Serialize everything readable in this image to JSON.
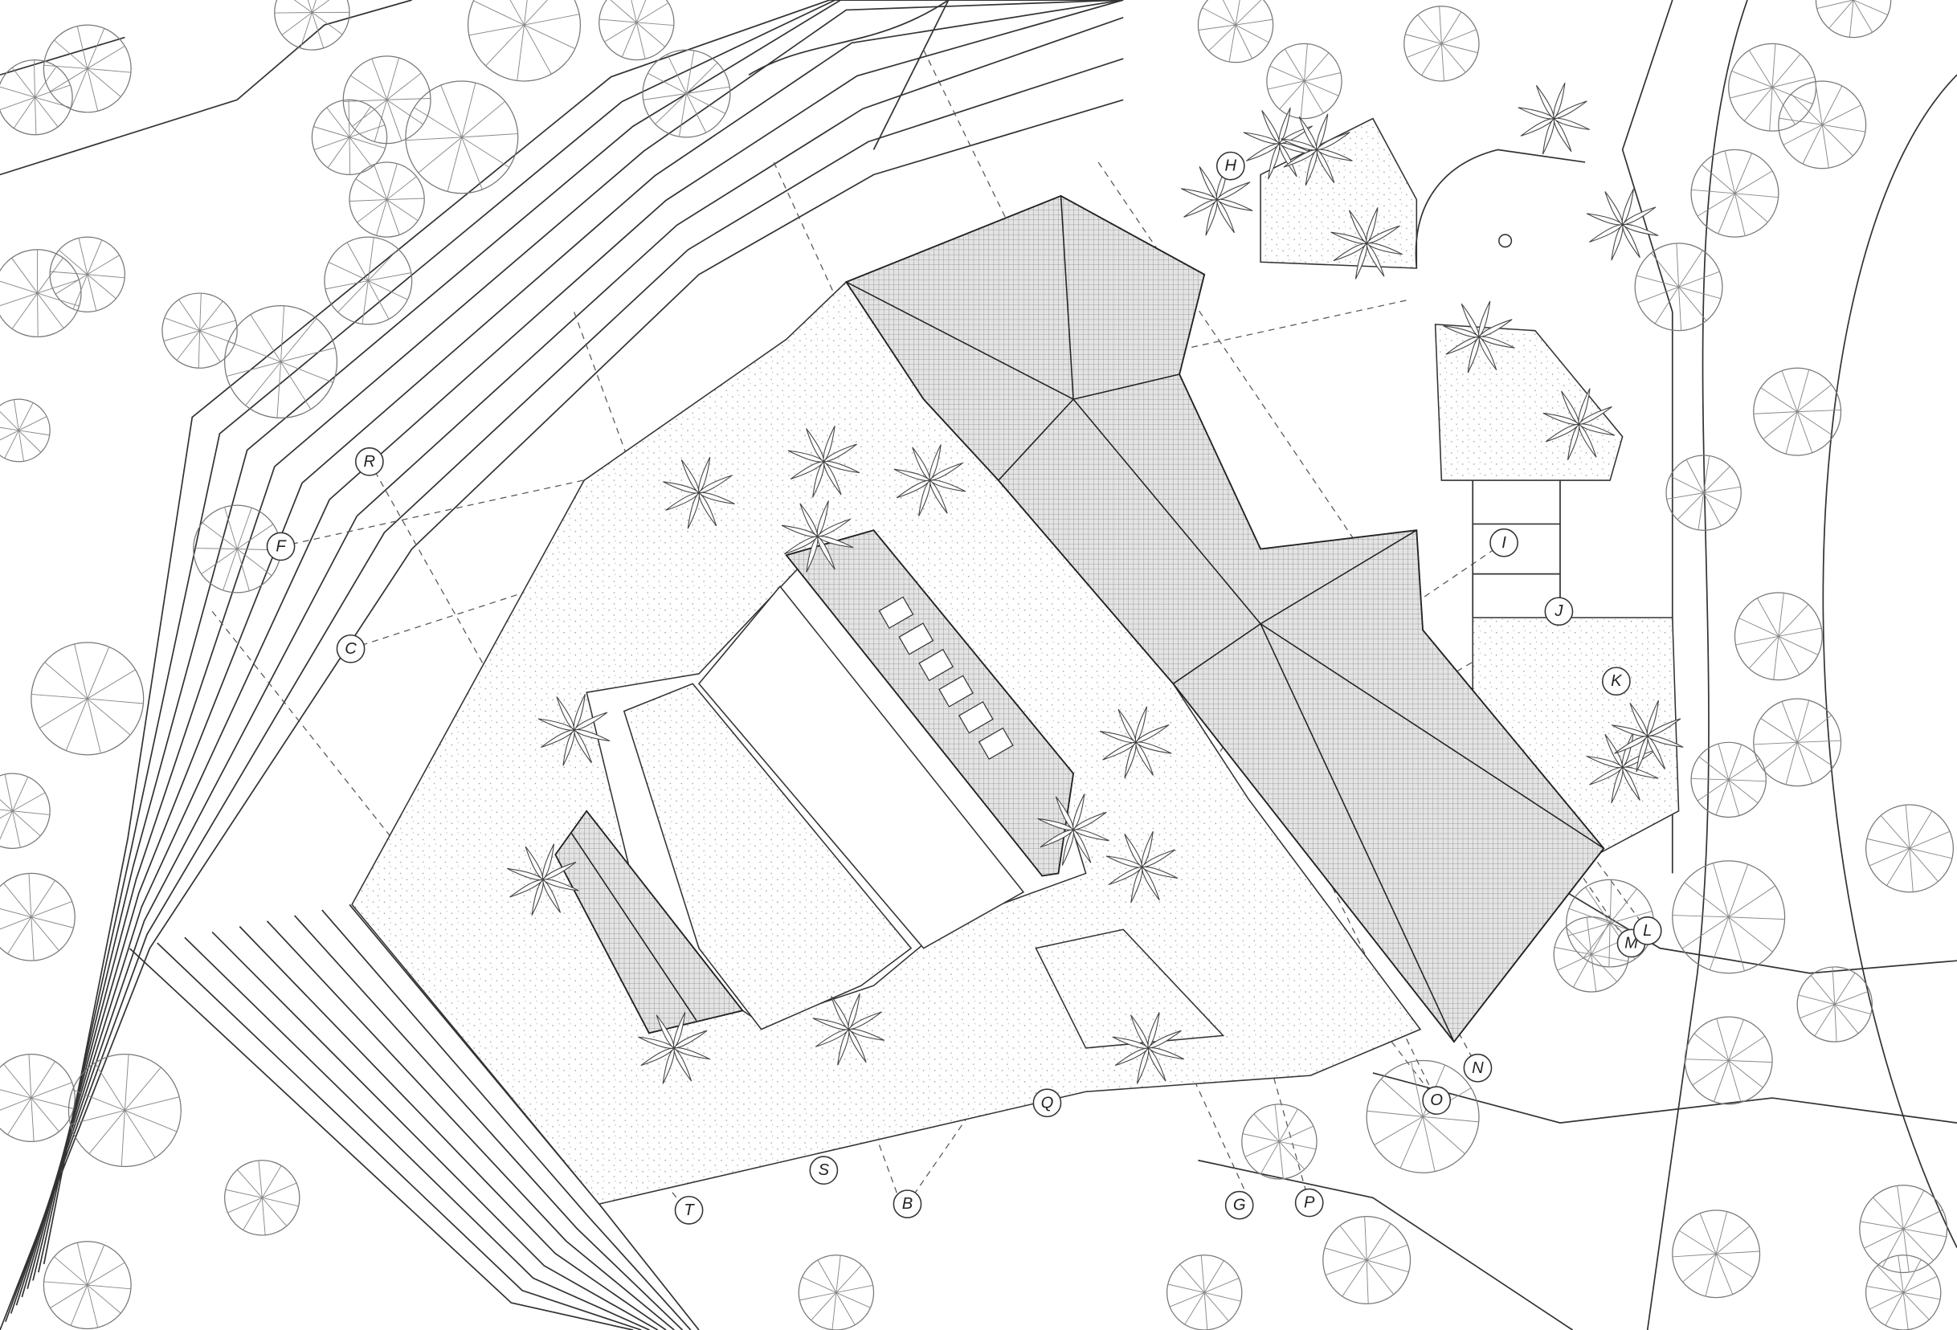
{
  "drawing": {
    "type": "site plan",
    "line_color": "#333333",
    "roof_hatch_color": "#555555"
  },
  "markers": [
    {
      "id": "R",
      "label": "R"
    },
    {
      "id": "F",
      "label": "F"
    },
    {
      "id": "C",
      "label": "C"
    },
    {
      "id": "H",
      "label": "H"
    },
    {
      "id": "I",
      "label": "I"
    },
    {
      "id": "J",
      "label": "J"
    },
    {
      "id": "K",
      "label": "K"
    },
    {
      "id": "L",
      "label": "L"
    },
    {
      "id": "M",
      "label": "M"
    },
    {
      "id": "N",
      "label": "N"
    },
    {
      "id": "O",
      "label": "O"
    },
    {
      "id": "Q",
      "label": "Q"
    },
    {
      "id": "S",
      "label": "S"
    },
    {
      "id": "T",
      "label": "T"
    },
    {
      "id": "B",
      "label": "B"
    },
    {
      "id": "G",
      "label": "G"
    },
    {
      "id": "P",
      "label": "P"
    }
  ]
}
